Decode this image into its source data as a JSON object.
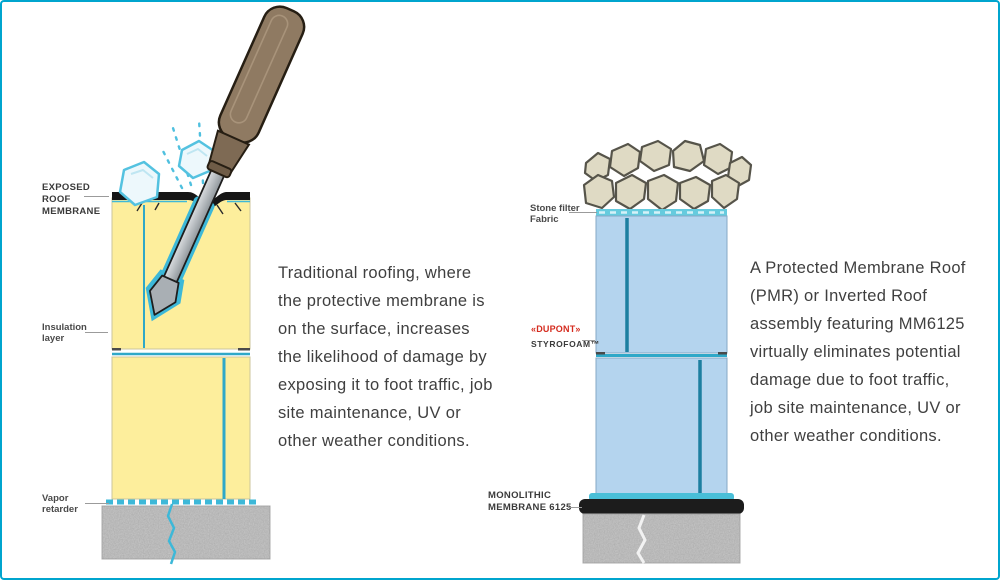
{
  "traditional_roof": {
    "label_exposed_membrane": "EXPOSED ROOF MEMBRANE",
    "label_insulation": "Insulation layer",
    "label_vapor": "Vapor retarder",
    "caption": "Traditional roofing, where the protective membrane is on the surface, increases the likelihood of damage by exposing it to foot traffic, job site maintenance, UV or other weather conditions."
  },
  "pmr_roof": {
    "label_stone_filter": "Stone filter Fabric",
    "label_brand": "«DUPONT»",
    "label_product": "STYROFOAM™",
    "label_membrane": "MONOLITHIC MEMBRANE 6125",
    "caption": "A Protected Membrane Roof (PMR) or Inverted Roof assembly featuring MM6125 virtually eliminates potential damage due to foot traffic, job site maintenance, UV or other weather conditions."
  },
  "colors": {
    "border_teal": "#00a5ce",
    "roof_membrane_yellow": "#fdee9c",
    "styrofoam_blue": "#b4d4ee",
    "accent_teal": "#2fa8c8",
    "membrane_black": "#1c1c1c",
    "dupont_red": "#d52b1e",
    "concrete_gray": "#c9c9c9",
    "stone_beige": "#dfdac4"
  }
}
